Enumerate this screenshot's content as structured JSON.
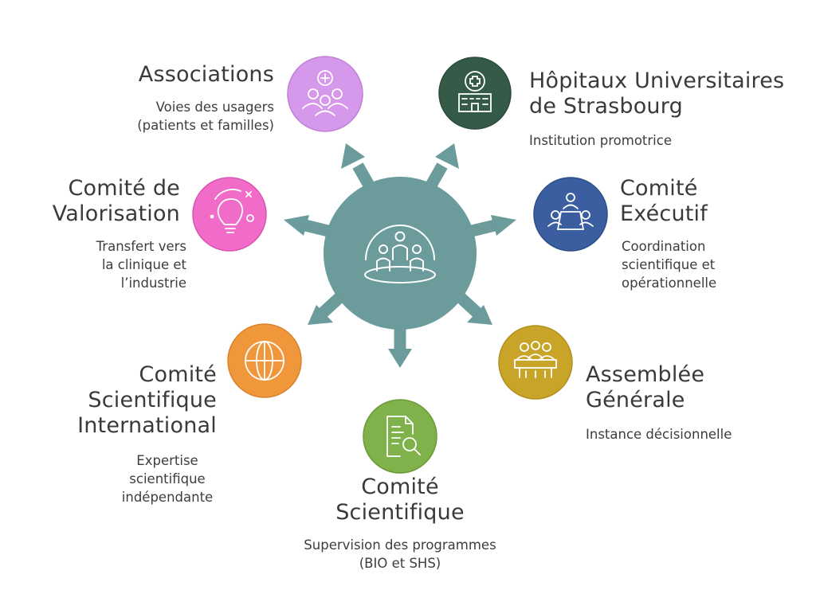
{
  "colors": {
    "hub": "#6b9b9b",
    "associations": "#d698ea",
    "hopitaux": "#355a48",
    "valorisation": "#f06cc8",
    "executif": "#3a5ea0",
    "international": "#f0973b",
    "assemblee": "#c8a529",
    "scientifique": "#7fb24a"
  },
  "nodes": {
    "associations": {
      "icon": "people-plus-icon",
      "title": [
        "Associations"
      ],
      "desc": [
        "Voies des usagers",
        "(patients et familles)"
      ]
    },
    "hopitaux": {
      "icon": "hospital-icon",
      "title": [
        "Hôpitaux Universitaires",
        "de Strasbourg"
      ],
      "desc": [
        "Institution promotrice"
      ]
    },
    "valorisation": {
      "icon": "lightbulb-icon",
      "title": [
        "Comité de",
        "Valorisation"
      ],
      "desc": [
        "Transfert vers",
        "la clinique et",
        "l’industrie"
      ]
    },
    "executif": {
      "icon": "meeting-table-icon",
      "title": [
        "Comité",
        "Exécutif"
      ],
      "desc": [
        "Coordination",
        "scientifique et",
        "opérationnelle"
      ]
    },
    "international": {
      "icon": "globe-icon",
      "title": [
        "Comité",
        "Scientifique",
        "International"
      ],
      "desc": [
        "Expertise",
        "scientifique",
        "indépendante"
      ]
    },
    "assemblee": {
      "icon": "assembly-icon",
      "title": [
        "Assemblée",
        "Générale"
      ],
      "desc": [
        "Instance décisionnelle"
      ]
    },
    "scientifique": {
      "icon": "document-search-icon",
      "title": [
        "Comité",
        "Scientifique"
      ],
      "desc": [
        "Supervision des programmes",
        "(BIO et SHS)"
      ]
    }
  }
}
